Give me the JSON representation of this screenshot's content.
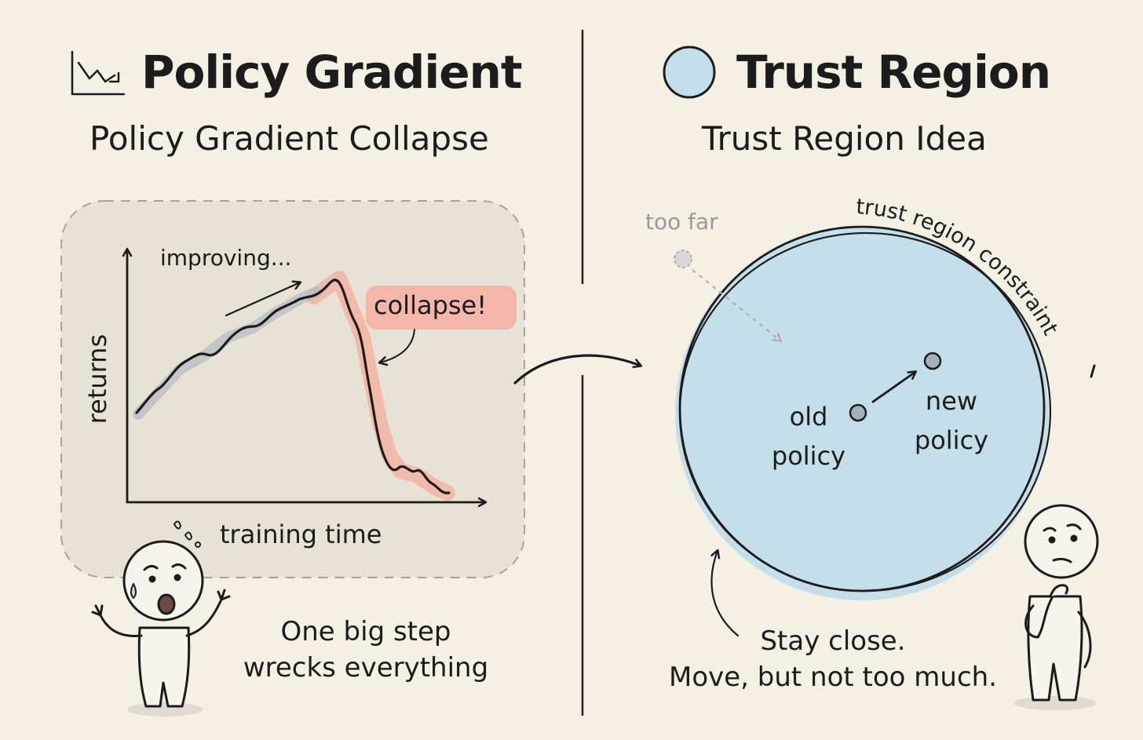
{
  "left": {
    "title": "Policy Gradient",
    "subtitle": "Policy Gradient Collapse",
    "icon": "chart-decline-icon",
    "chart": {
      "y_axis_label": "returns",
      "x_axis_label": "training time",
      "annotation_improving": "improving...",
      "annotation_collapse": "collapse!",
      "highlight_color": "#f3b3a3"
    },
    "caption_line1": "One big step",
    "caption_line2": "wrecks everything"
  },
  "right": {
    "title": "Trust Region",
    "subtitle": "Trust Region Idea",
    "icon": "circle-icon",
    "region_color": "#c4dfea",
    "too_far_label": "too far",
    "constraint_label": "trust region constraint",
    "old_policy_line1": "old",
    "old_policy_line2": "policy",
    "new_policy_line1": "new",
    "new_policy_line2": "policy",
    "caption_line1": "Stay close.",
    "caption_line2": "Move, but not too much."
  }
}
